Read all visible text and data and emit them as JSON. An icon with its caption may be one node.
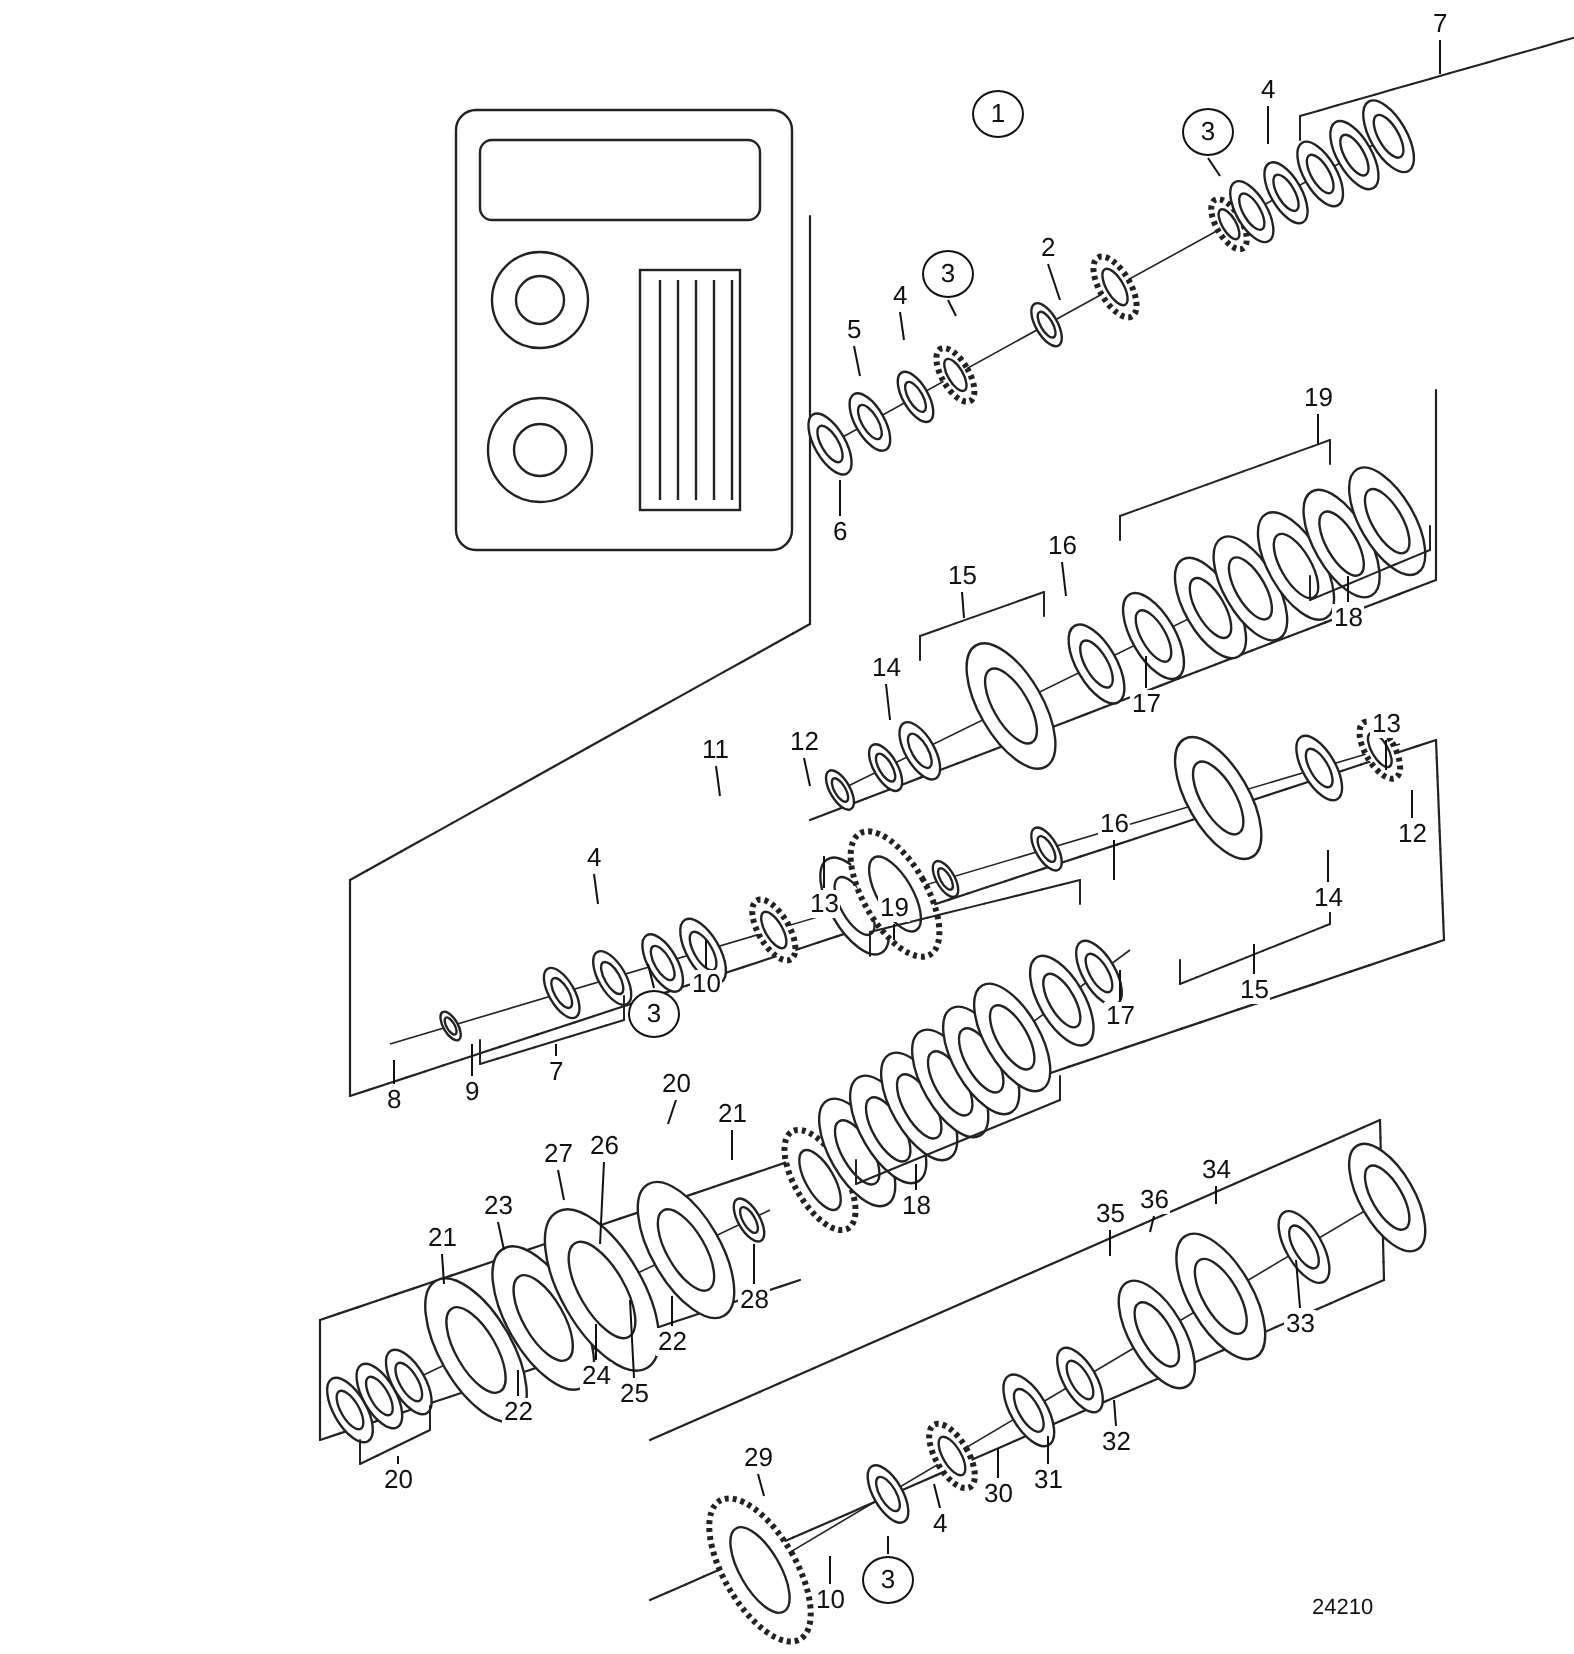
{
  "diagram": {
    "nodes": [
      {
        "text": [
          "1"
        ]
      },
      {
        "text": [
          "7"
        ]
      },
      {
        "text": [
          "3"
        ]
      },
      {
        "text": [
          "4"
        ]
      },
      {
        "text": [
          "2"
        ]
      },
      {
        "text": [
          "3"
        ]
      },
      {
        "text": [
          "4"
        ]
      },
      {
        "text": [
          "5"
        ]
      },
      {
        "text": [
          "6"
        ]
      },
      {
        "text": [
          "19"
        ]
      },
      {
        "text": [
          "16"
        ]
      },
      {
        "text": [
          "15"
        ]
      },
      {
        "text": [
          "14"
        ]
      },
      {
        "text": [
          "17"
        ]
      },
      {
        "text": [
          "18"
        ]
      },
      {
        "text": [
          "11"
        ]
      },
      {
        "text": [
          "12"
        ]
      },
      {
        "text": [
          "13"
        ]
      },
      {
        "text": [
          "4"
        ]
      },
      {
        "text": [
          "3"
        ]
      },
      {
        "text": [
          "10"
        ]
      },
      {
        "text": [
          "9"
        ]
      },
      {
        "text": [
          "8"
        ]
      },
      {
        "text": [
          "7"
        ]
      },
      {
        "text": [
          "13"
        ]
      },
      {
        "text": [
          "12"
        ]
      },
      {
        "text": [
          "16"
        ]
      },
      {
        "text": [
          "14"
        ]
      },
      {
        "text": [
          "15"
        ]
      },
      {
        "text": [
          "17"
        ]
      },
      {
        "text": [
          "19"
        ]
      },
      {
        "text": [
          "18"
        ]
      },
      {
        "text": [
          "21"
        ]
      },
      {
        "text": [
          "20"
        ]
      },
      {
        "text": [
          "27"
        ]
      },
      {
        "text": [
          "26"
        ]
      },
      {
        "text": [
          "23"
        ]
      },
      {
        "text": [
          "21"
        ]
      },
      {
        "text": [
          "28"
        ]
      },
      {
        "text": [
          "22"
        ]
      },
      {
        "text": [
          "24"
        ]
      },
      {
        "text": [
          "25"
        ]
      },
      {
        "text": [
          "22"
        ]
      },
      {
        "text": [
          "20"
        ]
      },
      {
        "text": [
          "34"
        ]
      },
      {
        "text": [
          "35"
        ]
      },
      {
        "text": [
          "36"
        ]
      },
      {
        "text": [
          "33"
        ]
      },
      {
        "text": [
          "32"
        ]
      },
      {
        "text": [
          "31"
        ]
      },
      {
        "text": [
          "30"
        ]
      },
      {
        "text": [
          "4"
        ]
      },
      {
        "text": [
          "29"
        ]
      },
      {
        "text": [
          "10"
        ]
      },
      {
        "text": [
          "3"
        ]
      }
    ],
    "edges": [
      {
        "from": 1,
        "to": null,
        "arrow": "none"
      },
      {
        "from": 2,
        "to": null,
        "arrow": "none"
      },
      {
        "from": 3,
        "to": null,
        "arrow": "none"
      },
      {
        "from": 4,
        "to": null,
        "arrow": "none"
      },
      {
        "from": 5,
        "to": null,
        "arrow": "none"
      },
      {
        "from": 6,
        "to": null,
        "arrow": "none"
      },
      {
        "from": 7,
        "to": null,
        "arrow": "none"
      },
      {
        "from": 8,
        "to": null,
        "arrow": "none"
      },
      {
        "from": 9,
        "to": null,
        "arrow": "none"
      },
      {
        "from": 10,
        "to": null,
        "arrow": "none"
      },
      {
        "from": 11,
        "to": null,
        "arrow": "none"
      },
      {
        "from": 12,
        "to": null,
        "arrow": "none"
      },
      {
        "from": 13,
        "to": null,
        "arrow": "none"
      },
      {
        "from": 14,
        "to": null,
        "arrow": "none"
      },
      {
        "from": 15,
        "to": null,
        "arrow": "none"
      },
      {
        "from": 16,
        "to": null,
        "arrow": "none"
      },
      {
        "from": 17,
        "to": null,
        "arrow": "none"
      },
      {
        "from": 18,
        "to": null,
        "arrow": "none"
      },
      {
        "from": 19,
        "to": null,
        "arrow": "none"
      },
      {
        "from": 20,
        "to": null,
        "arrow": "none"
      },
      {
        "from": 21,
        "to": null,
        "arrow": "none"
      },
      {
        "from": 22,
        "to": null,
        "arrow": "none"
      },
      {
        "from": 23,
        "to": null,
        "arrow": "none"
      },
      {
        "from": 24,
        "to": null,
        "arrow": "none"
      },
      {
        "from": 25,
        "to": null,
        "arrow": "none"
      },
      {
        "from": 26,
        "to": null,
        "arrow": "none"
      },
      {
        "from": 27,
        "to": null,
        "arrow": "none"
      },
      {
        "from": 28,
        "to": null,
        "arrow": "none"
      },
      {
        "from": 29,
        "to": null,
        "arrow": "none"
      },
      {
        "from": 30,
        "to": null,
        "arrow": "none"
      },
      {
        "from": 31,
        "to": null,
        "arrow": "none"
      },
      {
        "from": 32,
        "to": null,
        "arrow": "none"
      },
      {
        "from": 33,
        "to": null,
        "arrow": "none"
      },
      {
        "from": 34,
        "to": null,
        "arrow": "none"
      },
      {
        "from": 35,
        "to": null,
        "arrow": "none"
      },
      {
        "from": 36,
        "to": null,
        "arrow": "none"
      },
      {
        "from": 37,
        "to": null,
        "arrow": "none"
      },
      {
        "from": 38,
        "to": null,
        "arrow": "none"
      },
      {
        "from": 39,
        "to": null,
        "arrow": "none"
      },
      {
        "from": 40,
        "to": null,
        "arrow": "none"
      },
      {
        "from": 41,
        "to": null,
        "arrow": "none"
      },
      {
        "from": 42,
        "to": null,
        "arrow": "none"
      },
      {
        "from": 43,
        "to": null,
        "arrow": "none"
      },
      {
        "from": 44,
        "to": null,
        "arrow": "none"
      },
      {
        "from": 45,
        "to": null,
        "arrow": "none"
      },
      {
        "from": 46,
        "to": null,
        "arrow": "none"
      },
      {
        "from": 47,
        "to": null,
        "arrow": "none"
      },
      {
        "from": 48,
        "to": null,
        "arrow": "none"
      },
      {
        "from": 49,
        "to": null,
        "arrow": "none"
      },
      {
        "from": 50,
        "to": null,
        "arrow": "none"
      },
      {
        "from": 51,
        "to": null,
        "arrow": "none"
      },
      {
        "from": 52,
        "to": null,
        "arrow": "none"
      },
      {
        "from": 53,
        "to": null,
        "arrow": "none"
      },
      {
        "from": 54,
        "to": null,
        "arrow": "none"
      }
    ],
    "labels": [
      "24210"
    ]
  }
}
